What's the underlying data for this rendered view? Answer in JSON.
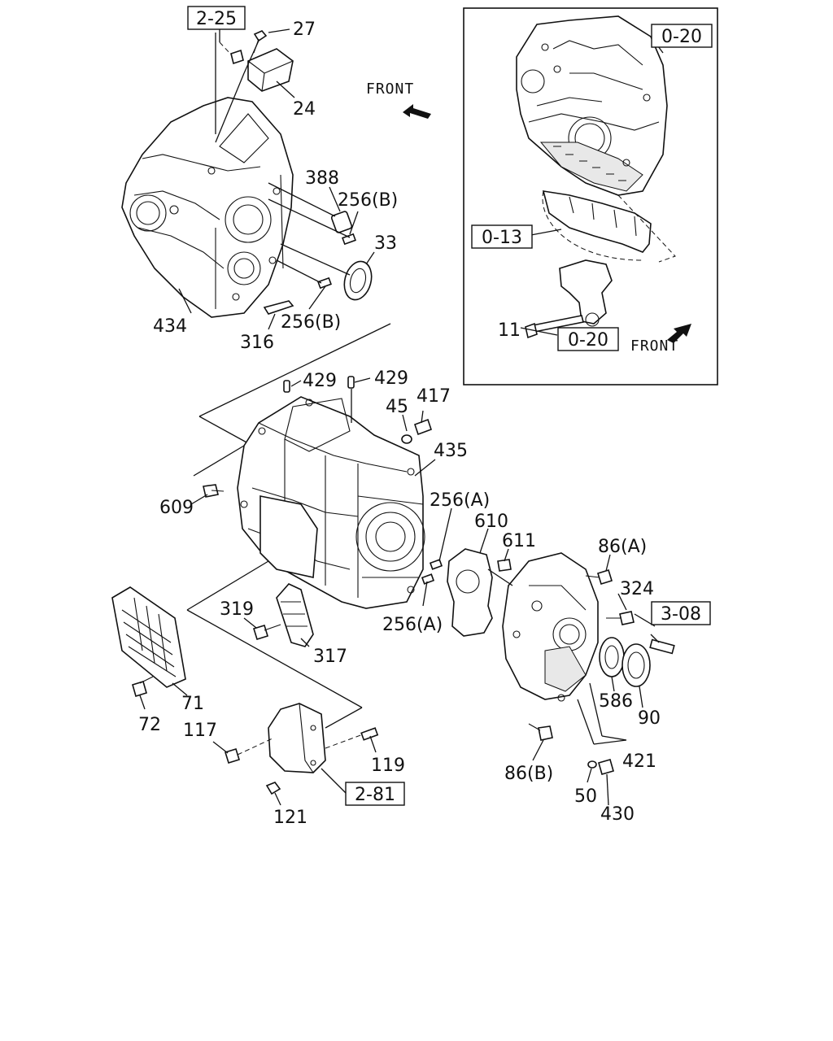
{
  "callouts": {
    "p27": "27",
    "p24": "24",
    "p388": "388",
    "p256b_1": "256(B)",
    "p33": "33",
    "p434": "434",
    "p316": "316",
    "p256b_2": "256(B)",
    "p429_1": "429",
    "p429_2": "429",
    "p45": "45",
    "p417": "417",
    "p435": "435",
    "p609": "609",
    "p256a_1": "256(A)",
    "p610": "610",
    "p611": "611",
    "p86a": "86(A)",
    "p324": "324",
    "p319": "319",
    "p256a_2": "256(A)",
    "p317": "317",
    "p71": "71",
    "p72": "72",
    "p586": "586",
    "p90": "90",
    "p117": "117",
    "p119": "119",
    "p421": "421",
    "p86b": "86(B)",
    "p50": "50",
    "p430": "430",
    "p121": "121",
    "p11": "11"
  },
  "boxed_refs": {
    "r2_25": "2-25",
    "r0_20_top": "0-20",
    "r0_13": "0-13",
    "r0_20_bot": "0-20",
    "r3_08": "3-08",
    "r2_81": "2-81"
  },
  "front_labels": {
    "main": "FRONT",
    "inset": "FRONT"
  }
}
